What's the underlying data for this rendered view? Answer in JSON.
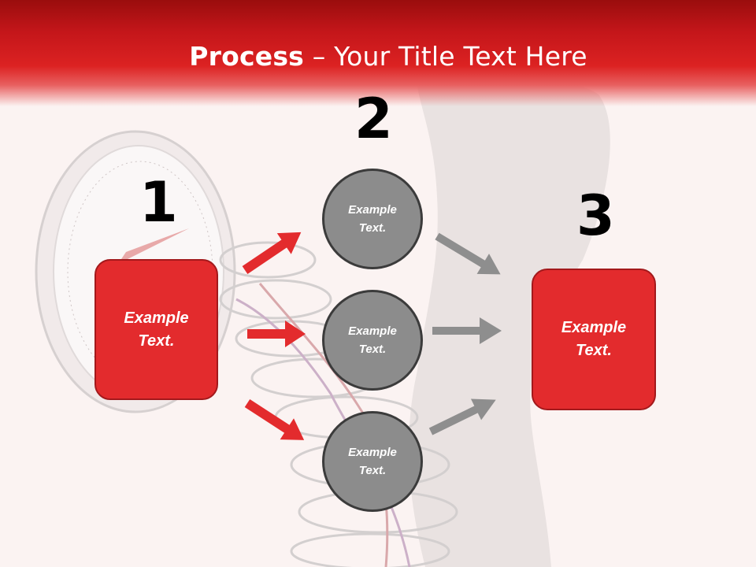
{
  "header": {
    "title_bold": "Process",
    "title_rest": " – Your Title Text Here"
  },
  "steps": [
    {
      "number": "1",
      "box_text": "Example Text."
    },
    {
      "number": "2"
    },
    {
      "number": "3",
      "box_text": "Example Text."
    }
  ],
  "circles": [
    {
      "text": "Example Text."
    },
    {
      "text": "Example Text."
    },
    {
      "text": "Example Text."
    }
  ],
  "colors": {
    "accent_red": "#e32b2d",
    "header_red": "#c4161a",
    "circle_gray": "#8c8c8c",
    "arrow_gray": "#8e8e8e"
  }
}
